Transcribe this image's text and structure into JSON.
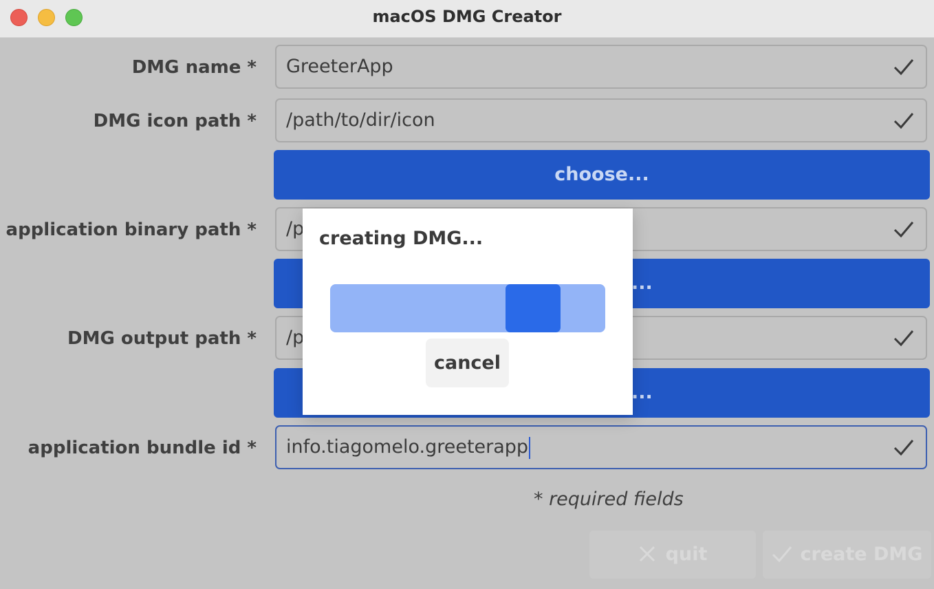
{
  "window": {
    "title": "macOS DMG Creator"
  },
  "form": {
    "dmg_name": {
      "label": "DMG name *",
      "value": "GreeterApp"
    },
    "dmg_icon_path": {
      "label": "DMG icon path *",
      "value": "/path/to/dir/icon",
      "choose_label": "choose..."
    },
    "app_binary_path": {
      "label": "application binary path *",
      "value": "/p",
      "choose_label": "..."
    },
    "dmg_output_path": {
      "label": "DMG output path *",
      "value": "/p",
      "choose_label": "..."
    },
    "bundle_id": {
      "label": "application bundle id *",
      "value": "info.tiagomelo.greeterapp"
    },
    "required_note": "* required fields"
  },
  "buttons": {
    "quit": {
      "label": "quit",
      "icon": "x-icon"
    },
    "create": {
      "label": "create DMG",
      "icon": "check-icon"
    }
  },
  "dialog": {
    "title": "creating DMG...",
    "cancel_label": "cancel",
    "progress": "indeterminate"
  },
  "colors": {
    "accent": "#2157c6",
    "progress_track": "#93b4f7",
    "progress_bar": "#2a6ae8"
  }
}
